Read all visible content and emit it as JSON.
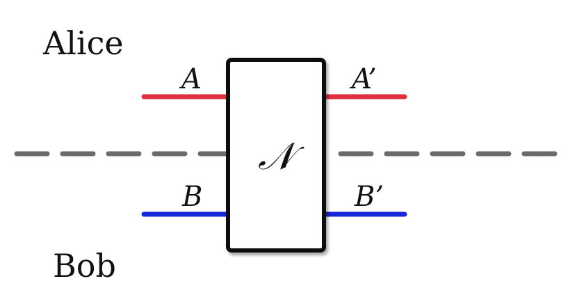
{
  "parties": {
    "top": "Alice",
    "bottom": "Bob"
  },
  "channel": {
    "symbol": "𝒩"
  },
  "wires": {
    "top_input": "A",
    "top_output": "A’",
    "bottom_input": "B",
    "bottom_output": "B’"
  },
  "colors": {
    "top_wire": "#e0303f",
    "bottom_wire": "#1428d8",
    "divider": "#6b6b6b",
    "box_stroke": "#111111"
  }
}
